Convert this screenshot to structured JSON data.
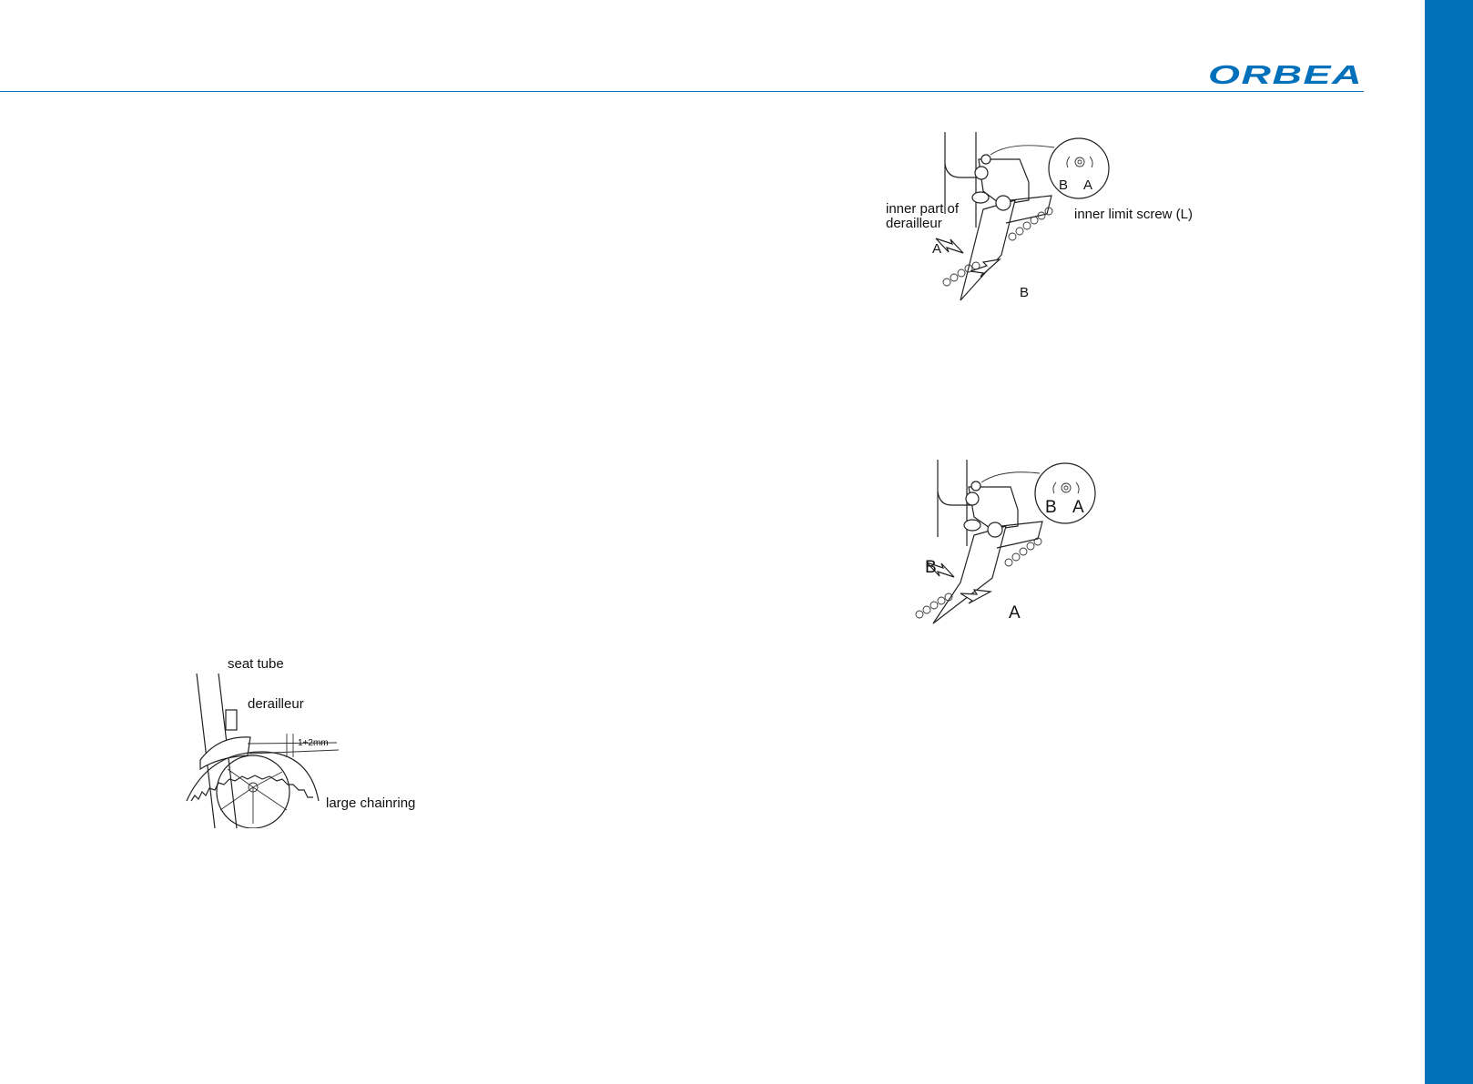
{
  "brand": {
    "logo_text": "ORBEA",
    "accent_color": "#0070ba"
  },
  "figure_top": {
    "label_inner_part_line1": "inner part of",
    "label_inner_part_line2": "derailleur",
    "label_inner_limit_screw": "inner limit screw (L)",
    "label_arrow_left": "A",
    "label_arrow_right": "B",
    "label_dial_left": "B",
    "label_dial_right": "A"
  },
  "figure_middle": {
    "label_arrow_left": "B",
    "label_arrow_right": "A",
    "label_dial_left": "B",
    "label_dial_right": "A"
  },
  "figure_bottom": {
    "label_seat_tube": "seat tube",
    "label_derailleur": "derailleur",
    "label_gap": "1+2mm",
    "label_large_chainring": "large chainring"
  }
}
